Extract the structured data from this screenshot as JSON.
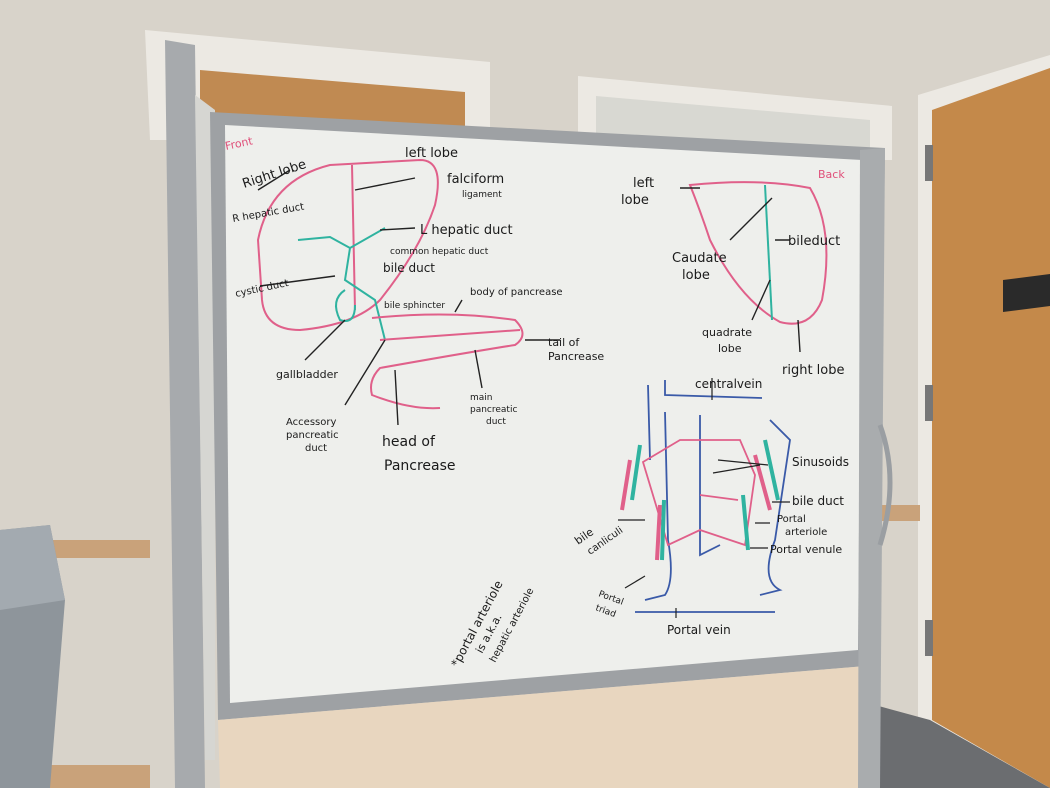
{
  "whiteboard": {
    "front_diagram": {
      "heading": "Front",
      "labels": {
        "right_lobe": "Right lobe",
        "left_lobe": "left lobe",
        "falciform": "falciform",
        "ligament": "ligament",
        "r_hepatic_duct": "R hepatic duct",
        "l_hepatic_duct": "L hepatic duct",
        "common_hepatic_duct": "common hepatic duct",
        "bile_duct": "bile duct",
        "cystic_duct": "cystic duct",
        "bile_sphincter": "bile sphincter",
        "body_of_pancreas": "body of pancrease",
        "tail_1": "tail of",
        "tail_2": "Pancrease",
        "gallbladder": "gallbladder",
        "accessory_1": "Accessory",
        "accessory_2": "pancreatic",
        "accessory_3": "duct",
        "main_1": "main",
        "main_2": "pancreatic",
        "main_3": "duct",
        "head_1": "head of",
        "head_2": "Pancrease"
      }
    },
    "back_diagram": {
      "heading": "Back",
      "labels": {
        "left_lobe_1": "left",
        "left_lobe_2": "lobe",
        "caudate_1": "Caudate",
        "caudate_2": "lobe",
        "bile_duct": "bileduct",
        "quadrate_1": "quadrate",
        "quadrate_2": "lobe",
        "right_lobe": "right lobe"
      }
    },
    "lobule_diagram": {
      "labels": {
        "central_vein": "centralvein",
        "sinusoids": "Sinusoids",
        "bile_duct": "bile duct",
        "portal_arteriole_1": "Portal",
        "portal_arteriole_2": "arteriole",
        "portal_venule": "Portal venule",
        "bile_canaliculi_1": "bile",
        "bile_canaliculi_2": "canliculi",
        "portal_triad_1": "Portal",
        "portal_triad_2": "triad",
        "portal_vein": "Portal vein"
      }
    },
    "note": {
      "line1": "*portal arteriole",
      "line2": "is a.k.a.",
      "line3": "hepatic arteriole"
    }
  },
  "colors": {
    "wall": "#d9d4cb",
    "door": "#c48a4c",
    "board": "#eeefec",
    "frame": "#a9acae",
    "pink_marker": "#e0507a",
    "teal_marker": "#2fb3a0",
    "blue_marker": "#3a5aa8"
  }
}
